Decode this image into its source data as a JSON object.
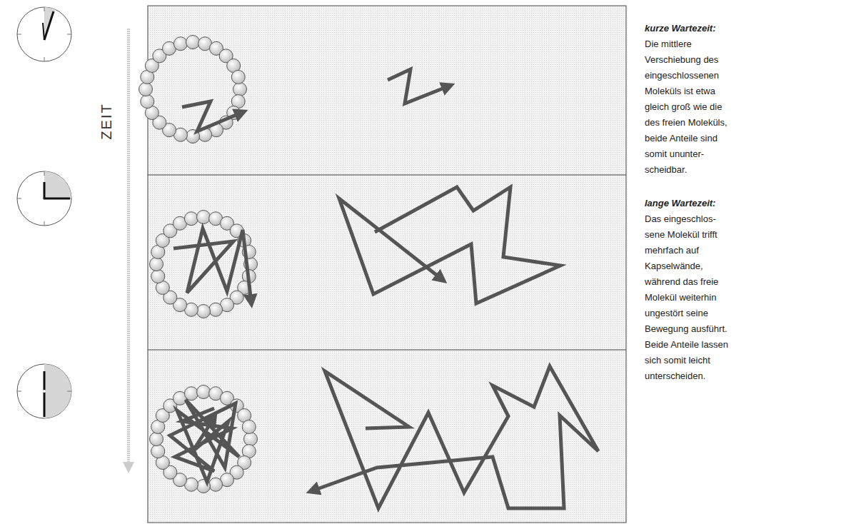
{
  "diagram": {
    "labels": [
      "ZEIT",
      "kurze Wartezeit:",
      "Die mittlere Verschiebung des eingeschlossenen Moleküls ist etwa gleich groß wie die des freien Moleküls, beide Anteile sind somit ununter- scheidbar.",
      "lange Wartezeit:",
      "Das eingeschlos- sene Molekül trifft mehrfach auf Kapselwände, während das freie Molekül weiterhin ungestört seine Bewegung ausführt. Beide Anteile lassen sich somit leicht unterscheiden."
    ]
  }
}
